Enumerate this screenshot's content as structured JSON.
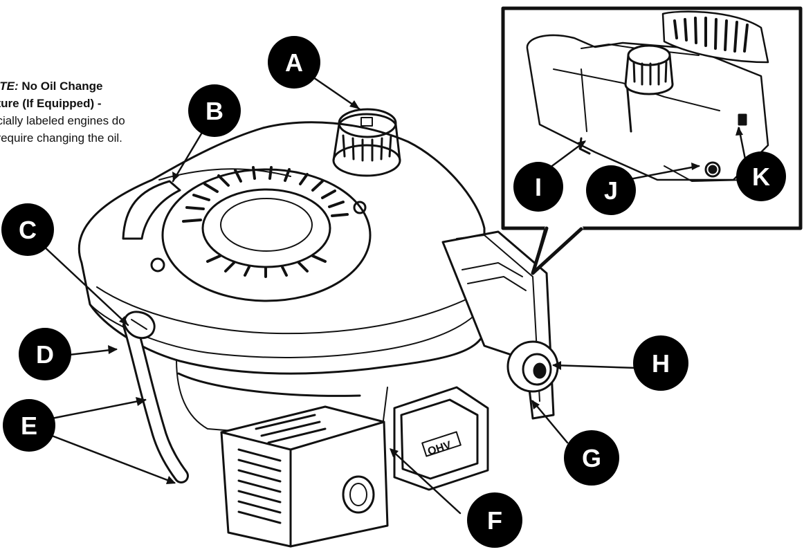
{
  "note": {
    "label": "OTE:",
    "heading": "No Oil Change",
    "heading2": "ature (If Equipped) -",
    "line1": "ecially labeled engines do",
    "line2": "t require changing the oil."
  },
  "callouts": {
    "A": "A",
    "B": "B",
    "C": "C",
    "D": "D",
    "E": "E",
    "F": "F",
    "G": "G",
    "H": "H",
    "I": "I",
    "J": "J",
    "K": "K"
  },
  "inset_badge": "OHV",
  "colors": {
    "line": "#111111",
    "callout_fill": "#000000",
    "callout_text": "#ffffff",
    "background": "#ffffff"
  }
}
